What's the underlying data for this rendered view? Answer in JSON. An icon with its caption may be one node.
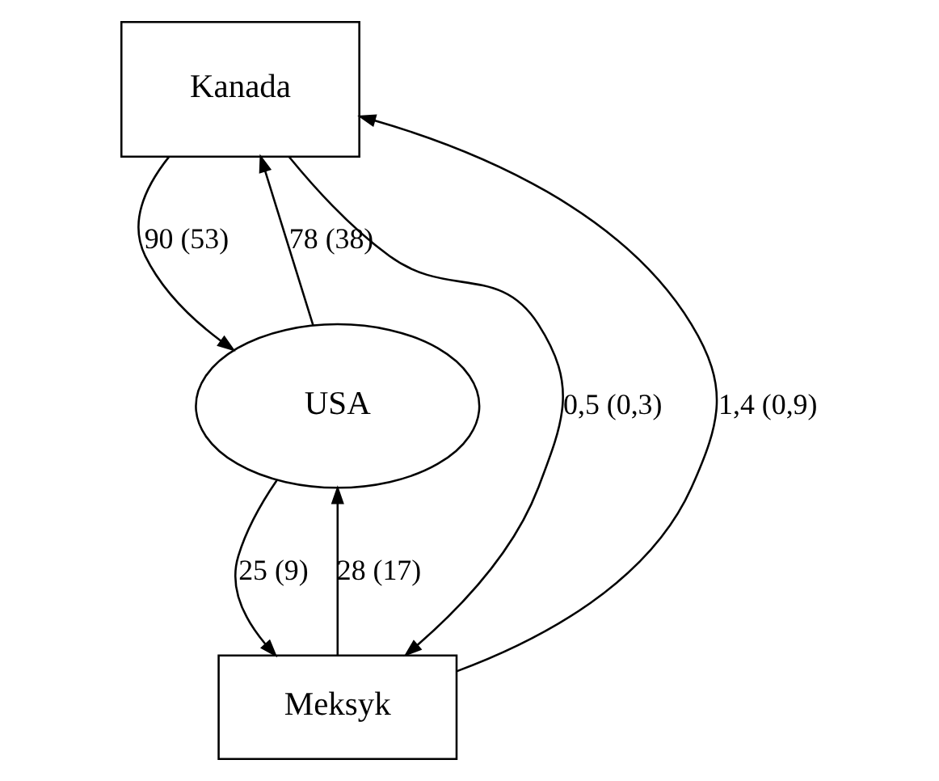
{
  "diagram": {
    "nodes": [
      {
        "text": [
          "Kanada"
        ]
      },
      {
        "text": [
          "USA"
        ]
      },
      {
        "text": [
          "Meksyk"
        ]
      }
    ],
    "edges": [
      {
        "from": 0,
        "to": 1,
        "arrow": "to",
        "label": "90 (53)"
      },
      {
        "from": 1,
        "to": 0,
        "arrow": "to",
        "label": "78 (38)"
      },
      {
        "from": 2,
        "to": 1,
        "arrow": "to",
        "label": "28 (17)"
      },
      {
        "from": 1,
        "to": 2,
        "arrow": "to",
        "label": "25 (9)"
      },
      {
        "from": 0,
        "to": 2,
        "arrow": "to",
        "label": "0,5 (0,3)"
      },
      {
        "from": 2,
        "to": 0,
        "arrow": "to",
        "label": "1,4 (0,9)"
      }
    ]
  }
}
